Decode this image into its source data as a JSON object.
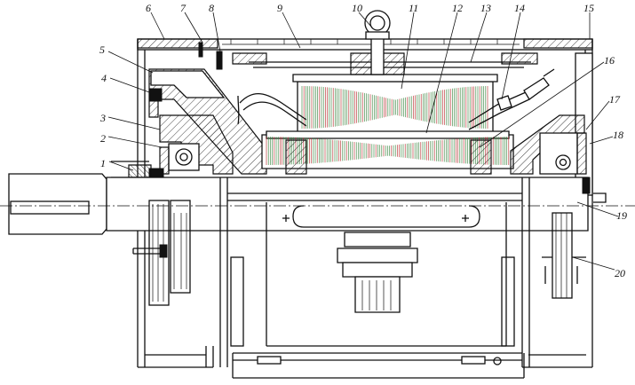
{
  "labels": {
    "1": "1",
    "2": "2",
    "3": "3",
    "4": "4",
    "5": "5",
    "6": "6",
    "7": "7",
    "8": "8",
    "9": "9",
    "10": "10",
    "11": "11",
    "12": "12",
    "13": "13",
    "14": "14",
    "15": "15",
    "16": "16",
    "17": "17",
    "18": "18",
    "19": "19",
    "20": "20"
  }
}
